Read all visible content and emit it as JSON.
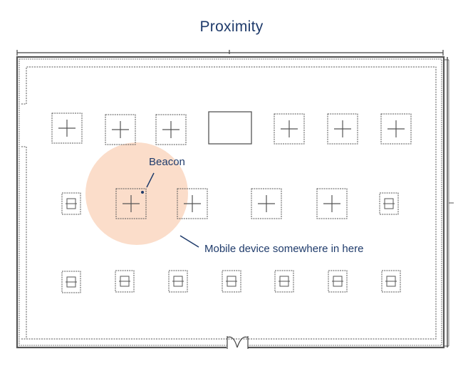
{
  "title": "Proximity",
  "annotations": {
    "beacon_label": "Beacon",
    "mobile_label": "Mobile device somewhere in here"
  },
  "colors": {
    "title_text": "#1f3b6b",
    "annotation_text": "#1f3b6b",
    "proximity_circle": "#fbd9c4",
    "plan_lines": "#555555"
  },
  "floor_plan": {
    "row1": [
      "cross",
      "cross",
      "cross",
      "table",
      "cross",
      "cross",
      "cross"
    ],
    "row2": [
      "small",
      "cross",
      "cross",
      "cross",
      "cross",
      "small"
    ],
    "row3": [
      "small",
      "small",
      "small",
      "small",
      "small",
      "small",
      "small"
    ]
  },
  "icons": {
    "cross_fixture": "cross-fixture-icon",
    "small_fixture": "small-fixture-icon",
    "table": "table-icon",
    "beacon": "beacon-dot-icon",
    "door": "door-icon"
  }
}
